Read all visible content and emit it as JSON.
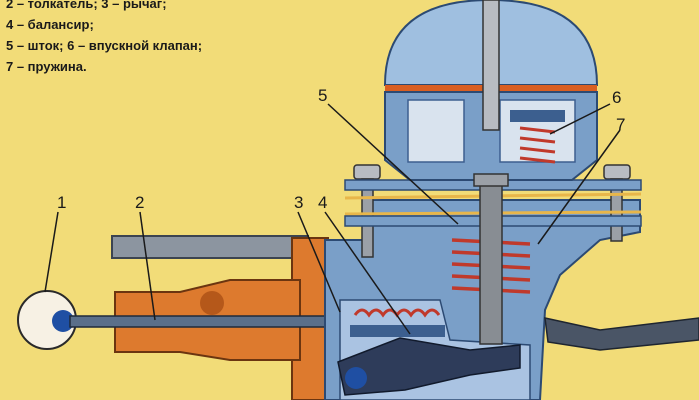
{
  "legend": [
    "2 – толкатель; 3 – рычаг;",
    "4 – балансир;",
    "5 – шток; 6 – впускной клапан;",
    "7 – пружина."
  ],
  "callouts": {
    "n1": "1",
    "n2": "2",
    "n3": "3",
    "n4": "4",
    "n5": "5",
    "n6": "6",
    "n7": "7"
  },
  "colors": {
    "background": "#f2dc78",
    "housing": "#7a9fc8",
    "housing_dark": "#3c5f8f",
    "flange": "#dd7a2e",
    "spring": "#c0392b",
    "pushrod": "#5a6f8a",
    "rod": "#888d93"
  }
}
